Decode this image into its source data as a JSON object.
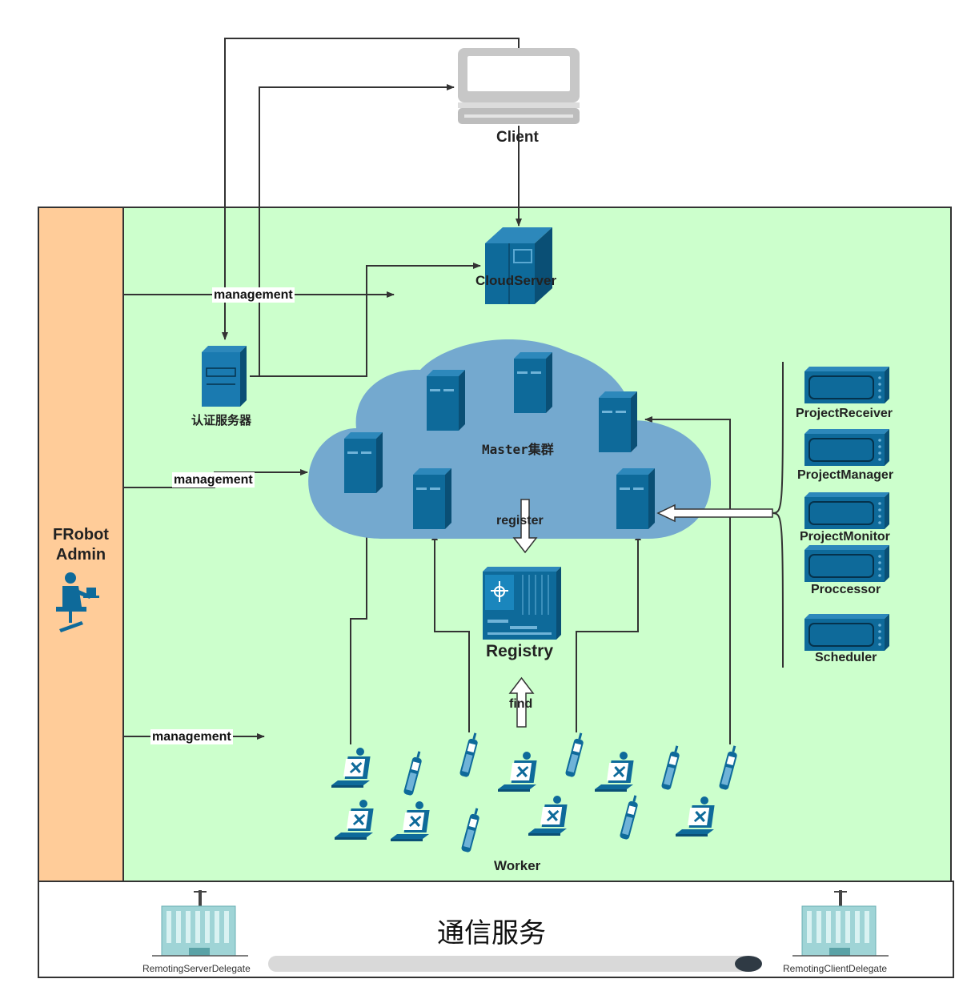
{
  "client": {
    "label": "Client"
  },
  "cloud_server": {
    "label": "CloudServer"
  },
  "auth_server": {
    "label": "认证服务器"
  },
  "master_cluster": {
    "label": "Master集群"
  },
  "registry": {
    "label": "Registry"
  },
  "register_arrow": {
    "label": "register"
  },
  "find_arrow": {
    "label": "find"
  },
  "workers": {
    "label": "Worker"
  },
  "admin": {
    "line1": "FRobot",
    "line2": "Admin"
  },
  "management_labels": [
    "management",
    "management",
    "management"
  ],
  "components": [
    "ProjectReceiver",
    "ProjectManager",
    "ProjectMonitor",
    "Proccessor",
    "Scheduler"
  ],
  "comm_service": {
    "title": "通信服务",
    "server_delegate": "RemotingServerDelegate",
    "client_delegate": "RemotingClientDelegate"
  },
  "colors": {
    "main_bg": "#ccffcc",
    "admin_bg": "#ffcc99",
    "cloud": "#74a9cf",
    "device": "#0e6a9a",
    "line": "#333333"
  }
}
